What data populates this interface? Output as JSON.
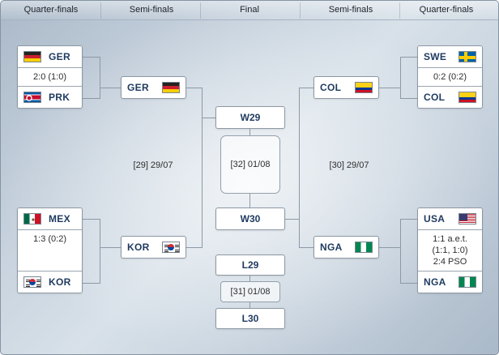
{
  "header": {
    "columns": [
      "Quarter-finals",
      "Semi-finals",
      "Final",
      "Semi-finals",
      "Quarter-finals"
    ]
  },
  "rounds": {
    "left": {
      "qf_top": {
        "team1": {
          "code": "GER",
          "flag": "ger"
        },
        "score": "2:0 (1:0)",
        "team2": {
          "code": "PRK",
          "flag": "prk"
        }
      },
      "sf_winner_top": {
        "code": "GER",
        "flag": "ger"
      },
      "sf_match_label": "[29] 29/07",
      "sf_winner_bottom": {
        "code": "KOR",
        "flag": "kor"
      },
      "qf_bottom": {
        "team1": {
          "code": "MEX",
          "flag": "mex"
        },
        "score": "1:3 (0:2)",
        "team2": {
          "code": "KOR",
          "flag": "kor"
        }
      }
    },
    "right": {
      "qf_top": {
        "team1": {
          "code": "SWE",
          "flag": "swe"
        },
        "score": "0:2 (0:2)",
        "team2": {
          "code": "COL",
          "flag": "col"
        }
      },
      "sf_winner_top": {
        "code": "COL",
        "flag": "col"
      },
      "sf_match_label": "[30] 29/07",
      "sf_winner_bottom": {
        "code": "NGA",
        "flag": "nga"
      },
      "qf_bottom": {
        "team1": {
          "code": "USA",
          "flag": "usa"
        },
        "score_lines": [
          "1:1 a.e.t.",
          "(1:1, 1:0)",
          "2:4 PSO"
        ],
        "team2": {
          "code": "NGA",
          "flag": "nga"
        }
      }
    },
    "final": {
      "slot_top": "W29",
      "match_label": "[32] 01/08",
      "slot_bottom": "W30"
    },
    "third_place": {
      "slot_top": "L29",
      "match_label": "[31] 01/08",
      "slot_bottom": "L30"
    }
  }
}
